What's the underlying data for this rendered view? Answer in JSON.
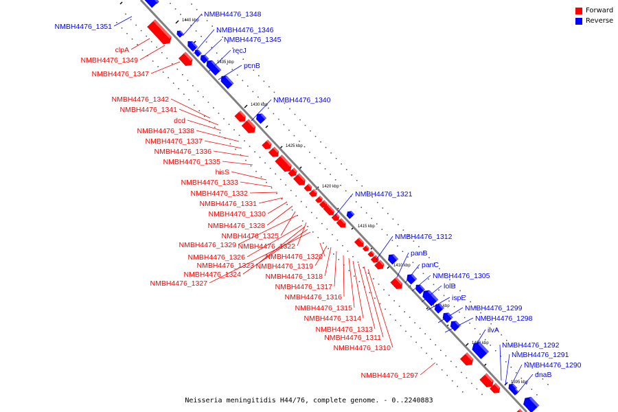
{
  "colors": {
    "forward": "#ff0000",
    "reverse": "#0000ff",
    "backbone": "#808080"
  },
  "legend": [
    {
      "label": "Forward",
      "color": "#ff0000"
    },
    {
      "label": "Reverse",
      "color": "#0000ff"
    }
  ],
  "caption": "Neisseria meningitidis H44/76, complete genome. - 0..2240883",
  "ticks": [
    "1440 kbp",
    "1435 kbp",
    "1430 kbp",
    "1425 kbp",
    "1420 kbp",
    "1415 kbp",
    "1410 kbp",
    "1405 kbp",
    "1400 kbp",
    "1395 kbp"
  ],
  "labels_forward": [
    "clpA",
    "NMBH4476_1349",
    "NMBH4476_1347",
    "NMBH4476_1342",
    "NMBH4476_1341",
    "dcd",
    "NMBH4476_1338",
    "NMBH4476_1337",
    "NMBH4476_1336",
    "NMBH4476_1335",
    "hisS",
    "NMBH4476_1333",
    "NMBH4476_1332",
    "NMBH4476_1331",
    "NMBH4476_1330",
    "NMBH4476_1328",
    "NMBH4476_1325",
    "NMBH4476_1329",
    "NMBH4476_1322",
    "NMBH4476_1326",
    "NMBH4476_1320",
    "NMBH4476_1323",
    "NMBH4476_1319",
    "NMBH4476_1324",
    "NMBH4476_1318",
    "NMBH4476_1327",
    "NMBH4476_1317",
    "NMBH4476_1316",
    "NMBH4476_1315",
    "NMBH4476_1314",
    "NMBH4476_1313",
    "NMBH4476_1311",
    "NMBH4476_1310",
    "NMBH4476_1297"
  ],
  "labels_reverse": [
    "NMBH4476_1351",
    "NMBH4476_1348",
    "NMBH4476_1346",
    "NMBH4476_1345",
    "recJ",
    "pcnB",
    "NMBH4476_1340",
    "NMBH4476_1321",
    "NMBH4476_1312",
    "panB",
    "panC",
    "NMBH4476_1305",
    "lolB",
    "ispE",
    "NMBH4476_1299",
    "NMBH4476_1298",
    "ilvA",
    "NMBH4476_1292",
    "NMBH4476_1291",
    "NMBH4476_1290",
    "dnaB"
  ]
}
